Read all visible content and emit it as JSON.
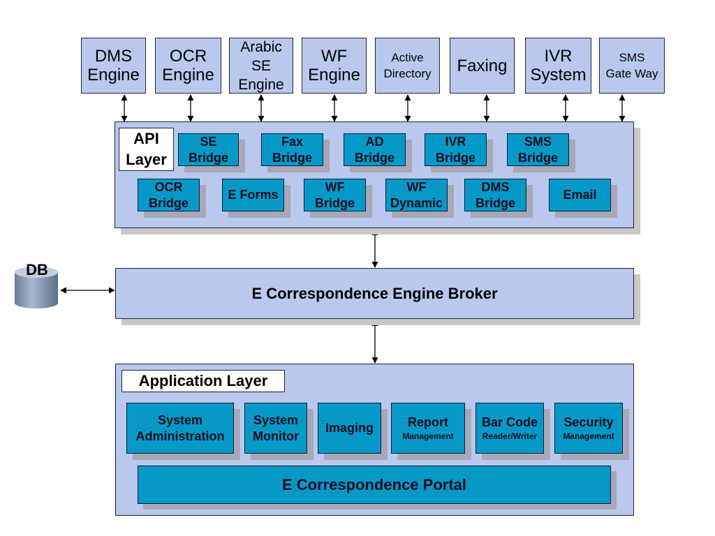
{
  "engines": [
    {
      "name": "DMS\nEngine"
    },
    {
      "name": "OCR\nEngine"
    },
    {
      "name": "Arabic\nSE\nEngine"
    },
    {
      "name": "WF\nEngine"
    },
    {
      "name": "Active\nDirectory"
    },
    {
      "name": "Faxing"
    },
    {
      "name": "IVR\nSystem"
    },
    {
      "name": "SMS\nGate Way"
    }
  ],
  "api_layer": {
    "title": "API\nLayer",
    "bridges": [
      "SE\nBridge",
      "Fax\nBridge",
      "AD\nBridge",
      "IVR\nBridge",
      "SMS\nBridge",
      "OCR\nBridge",
      "E Forms",
      "WF\nBridge",
      "WF\nDynamic",
      "DMS\nBridge",
      "Email"
    ]
  },
  "broker": {
    "title": "E Correspondence Engine Broker"
  },
  "db": {
    "label": "DB"
  },
  "application_layer": {
    "title": "Application Layer",
    "modules": [
      {
        "title": "System\nAdministration",
        "subtitle": ""
      },
      {
        "title": "System\nMonitor",
        "subtitle": ""
      },
      {
        "title": "Imaging",
        "subtitle": ""
      },
      {
        "title": "Report",
        "subtitle": "Management"
      },
      {
        "title": "Bar Code",
        "subtitle": "Reader/Writer"
      },
      {
        "title": "Security",
        "subtitle": "Management"
      }
    ],
    "portal": "E Correspondence Portal"
  }
}
